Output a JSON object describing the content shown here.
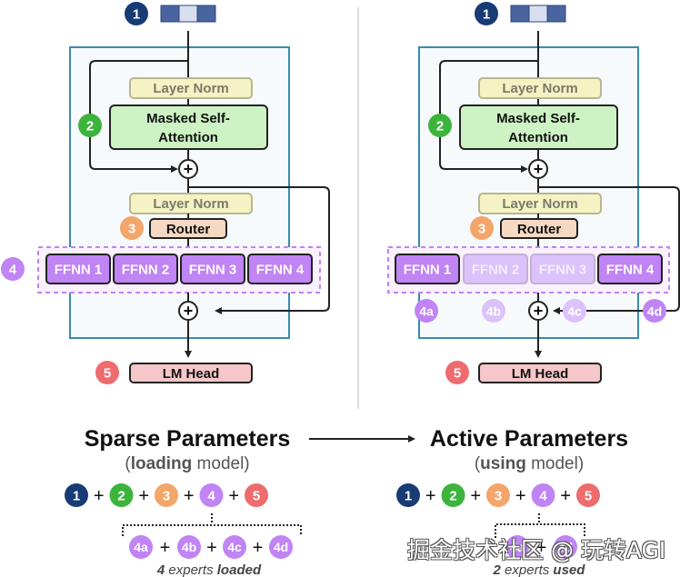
{
  "colors": {
    "step1": "#173b74",
    "step2": "#3cb43c",
    "step3": "#f4a56a",
    "step4": "#c084f5",
    "step5": "#ee6b6e",
    "expert_faded": "#dcc2fa",
    "layer_norm_fill": "#f5f2c4",
    "attention_fill": "#cdf3c4",
    "router_fill": "#f6d9c4",
    "lm_head_fill": "#f6c7c9",
    "block_border": "#3a8ab0",
    "block_fill": "#f6fafd"
  },
  "left_panel": {
    "step1_badge": "1",
    "step2_badge": "2",
    "step3_badge": "3",
    "step4_badge": "4",
    "step5_badge": "5",
    "layer_norm_1": "Layer Norm",
    "attention_line1": "Masked Self-",
    "attention_line2": "Attention",
    "layer_norm_2": "Layer Norm",
    "router": "Router",
    "experts": [
      "FFNN 1",
      "FFNN 2",
      "FFNN 3",
      "FFNN 4"
    ],
    "add_symbol": "+",
    "lm_head": "LM Head"
  },
  "right_panel": {
    "step1_badge": "1",
    "step2_badge": "2",
    "step3_badge": "3",
    "step5_badge": "5",
    "layer_norm_1": "Layer Norm",
    "attention_line1": "Masked Self-",
    "attention_line2": "Attention",
    "layer_norm_2": "Layer Norm",
    "router": "Router",
    "experts": [
      {
        "label": "FFNN 1",
        "active": true,
        "badge": "4a"
      },
      {
        "label": "FFNN 2",
        "active": false,
        "badge": "4b"
      },
      {
        "label": "FFNN 3",
        "active": false,
        "badge": "4c"
      },
      {
        "label": "FFNN 4",
        "active": true,
        "badge": "4d"
      }
    ],
    "add_symbol": "+",
    "lm_head": "LM Head"
  },
  "summary": {
    "sparse_title": "Sparse Parameters",
    "sparse_sub_open": "(",
    "sparse_sub_bold": "loading",
    "sparse_sub_rest": " model)",
    "active_title": "Active Parameters",
    "active_sub_open": "(",
    "active_sub_bold": "using",
    "active_sub_rest": " model)",
    "equation_badges": [
      "1",
      "2",
      "3",
      "4",
      "5"
    ],
    "plus": "+",
    "sparse_expert_badges": [
      "4a",
      "4b",
      "4c",
      "4d"
    ],
    "active_expert_badges": [
      "4a",
      "4d"
    ],
    "sparse_caption_num": "4",
    "sparse_caption_mid": " experts ",
    "sparse_caption_bold": "loaded",
    "active_caption_num": "2",
    "active_caption_mid": " experts ",
    "active_caption_bold": "used"
  },
  "watermark": "掘金技术社区 @ 玩转AGI"
}
